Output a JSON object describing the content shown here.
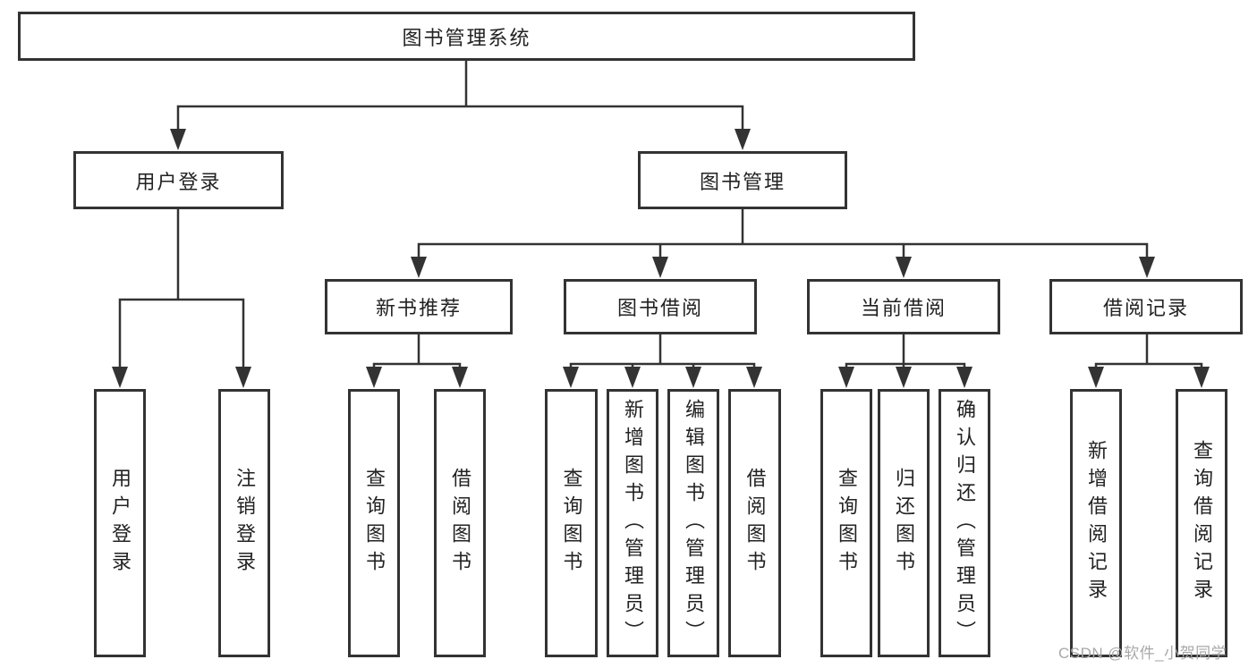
{
  "diagram": {
    "title": "图书管理系统",
    "colors": {
      "line": "#333333",
      "box_border": "#333333",
      "box_fill": "#ffffff",
      "text": "#222222",
      "background": "#ffffff",
      "watermark": "#a8a8a8"
    },
    "nodes": {
      "root": "图书管理系统",
      "user_login": "用户登录",
      "book_mgmt": "图书管理",
      "new_book_rec": "新书推荐",
      "book_borrow": "图书借阅",
      "current_borrow": "当前借阅",
      "borrow_records": "借阅记录",
      "leaf_user_login": "用户登录",
      "leaf_logout": "注销登录",
      "leaf_nb_query": "查询图书",
      "leaf_nb_borrow": "借阅图书",
      "leaf_bb_query": "查询图书",
      "leaf_bb_add": "新增图书（管理员）",
      "leaf_bb_edit": "编辑图书（管理员）",
      "leaf_bb_borrow": "借阅图书",
      "leaf_cb_query": "查询图书",
      "leaf_cb_return": "归还图书",
      "leaf_cb_confirm": "确认归还（管理员）",
      "leaf_br_add": "新增借阅记录",
      "leaf_br_query": "查询借阅记录"
    },
    "hierarchy": {
      "图书管理系统": {
        "用户登录": [
          "用户登录",
          "注销登录"
        ],
        "图书管理": {
          "新书推荐": [
            "查询图书",
            "借阅图书"
          ],
          "图书借阅": [
            "查询图书",
            "新增图书（管理员）",
            "编辑图书（管理员）",
            "借阅图书"
          ],
          "当前借阅": [
            "查询图书",
            "归还图书",
            "确认归还（管理员）"
          ],
          "借阅记录": [
            "新增借阅记录",
            "查询借阅记录"
          ]
        }
      }
    }
  },
  "watermark": "CSDN @软件_小贺同学"
}
